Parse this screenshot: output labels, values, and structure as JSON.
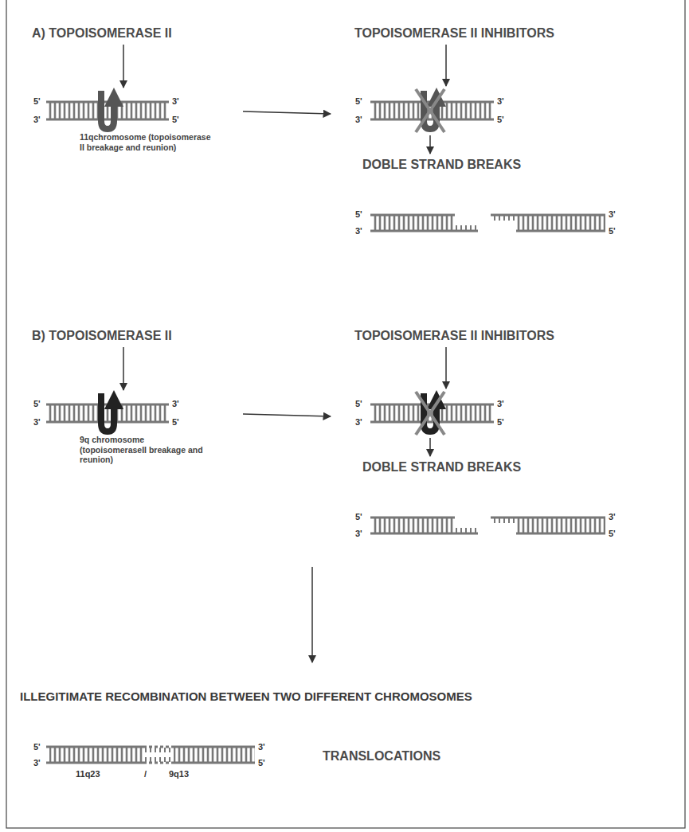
{
  "diagram": {
    "labels": [
      "A) TOPOISOMERASE II",
      "TOPOISOMERASE II INHIBITORS",
      "5'",
      "3'",
      "3'",
      "5'",
      "11qchromosome (topoisomerase II breakage and reunion)",
      "5'",
      "3'",
      "3'",
      "5'",
      "DOBLE STRAND BREAKS",
      "5'",
      "3'",
      "3'",
      "5'",
      "B) TOPOISOMERASE II",
      "TOPOISOMERASE II INHIBITORS",
      "5'",
      "3'",
      "3'",
      "5'",
      "9q chromosome (topoisomeraseII breakage and reunion)",
      "5'",
      "3'",
      "3'",
      "5'",
      "DOBLE STRAND BREAKS",
      "5'",
      "3'",
      "3'",
      "5'",
      "ILLEGITIMATE RECOMBINATION BETWEEN TWO DIFFERENT CHROMOSOMES",
      "5'",
      "3'",
      "3'",
      "5'",
      "11q23",
      "/",
      "9q13",
      "TRANSLOCATIONS"
    ]
  }
}
